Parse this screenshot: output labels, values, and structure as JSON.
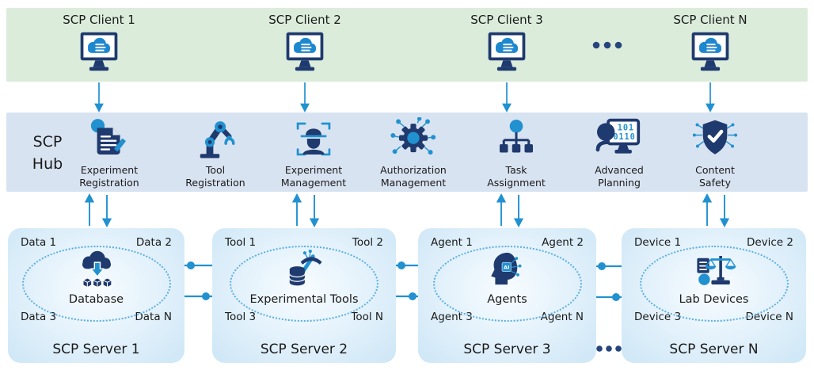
{
  "colors": {
    "accent_blue": "#2191d0",
    "icon_navy": "#1f3a6e",
    "client_band_bg": "#dbecdb",
    "hub_band_bg": "#d8e3f1",
    "server_box_bg": "#cde6f6",
    "dashed_ellipse": "#58aee2",
    "ellipsis_navy": "#27457d"
  },
  "client_band": {
    "clients": [
      {
        "label": "SCP Client 1"
      },
      {
        "label": "SCP Client 2"
      },
      {
        "label": "SCP Client 3"
      },
      {
        "label": "SCP Client N"
      }
    ]
  },
  "hub": {
    "title": "SCP\nHub",
    "items": [
      {
        "label": "Experiment\nRegistration",
        "icon": "document-pencil-icon"
      },
      {
        "label": "Tool\nRegistration",
        "icon": "robot-arm-icon"
      },
      {
        "label": "Experiment\nManagement",
        "icon": "face-scan-icon"
      },
      {
        "label": "Authorization\nManagement",
        "icon": "gear-network-icon"
      },
      {
        "label": "Task\nAssignment",
        "icon": "org-tree-icon"
      },
      {
        "label": "Advanced\nPlanning",
        "icon": "planning-monitor-icon",
        "binary_line1": "101",
        "binary_line2": "0110"
      },
      {
        "label": "Content\nSafety",
        "icon": "shield-check-icon"
      }
    ]
  },
  "servers": [
    {
      "name": "SCP Server 1",
      "center_label": "Database",
      "corners": [
        "Data 1",
        "Data 2",
        "Data 3",
        "Data N"
      ],
      "icon": "cloud-database-icon"
    },
    {
      "name": "SCP Server 2",
      "center_label": "Experimental Tools",
      "corners": [
        "Tool 1",
        "Tool 2",
        "Tool 3",
        "Tool N"
      ],
      "icon": "pickaxe-database-icon"
    },
    {
      "name": "SCP Server 3",
      "center_label": "Agents",
      "corners": [
        "Agent 1",
        "Agent 2",
        "Agent 3",
        "Agent N"
      ],
      "icon": "ai-head-icon",
      "chip_text": "AI"
    },
    {
      "name": "SCP Server N",
      "center_label": "Lab Devices",
      "corners": [
        "Device 1",
        "Device 2",
        "Device 3",
        "Device N"
      ],
      "icon": "lab-scale-icon"
    }
  ]
}
